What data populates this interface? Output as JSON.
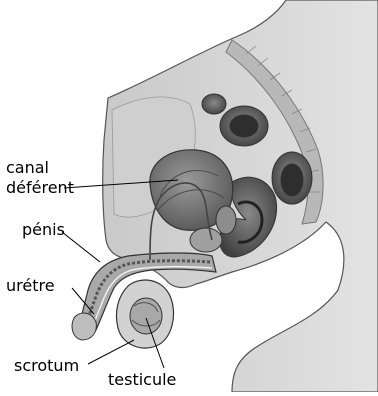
{
  "labels": {
    "canal_line1": "canal",
    "canal_line2": "déférent",
    "penis": "pénis",
    "uretre": "urétre",
    "scrotum": "scrotum",
    "testicule": "testicule"
  }
}
